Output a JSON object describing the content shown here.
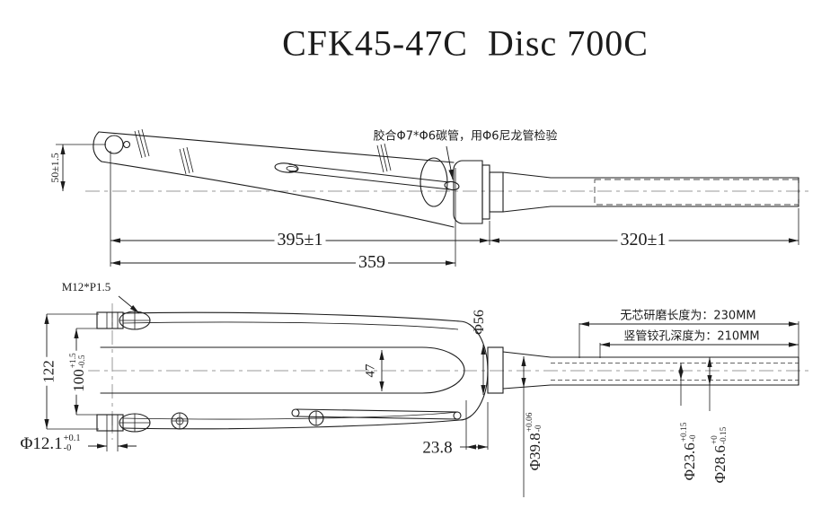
{
  "title": "CFK45-47C  Disc 700C",
  "notes": {
    "glue": "胶合Φ7*Φ6碳管，用Φ6尼龙管检验",
    "thread": "M12*P1.5",
    "grind_length": "无芯研磨长度为：230MM",
    "ream_depth": "竖管铰孔深度为：210MM"
  },
  "dimensions": {
    "blade_to_race": {
      "value": "395±1"
    },
    "steerer_length": {
      "value": "320±1"
    },
    "blade_inner": {
      "value": "359"
    },
    "axle_to_center": {
      "value": "50±1.5"
    },
    "dropout_outer_width": {
      "value": "122"
    },
    "hub_spacing": {
      "value": "100",
      "tol_plus": "+1.5",
      "tol_minus": "-0.5"
    },
    "dropout_hole": {
      "value": "Φ12.1",
      "tol_plus": "+0.1",
      "tol_minus": "-0"
    },
    "leg_gap": {
      "value": "47"
    },
    "crown_width": {
      "value": "Φ56"
    },
    "race_length": {
      "value": "23.8"
    },
    "race_dia": {
      "value": "Φ39.8",
      "tol_plus": "+0.06",
      "tol_minus": "-0"
    },
    "steerer_id": {
      "value": "Φ23.6",
      "tol_plus": "+0.15",
      "tol_minus": "-0"
    },
    "steerer_od": {
      "value": "Φ28.6",
      "tol_plus": "+0",
      "tol_minus": "-0.15"
    }
  },
  "colors": {
    "line": "#1c1c1c",
    "centerline": "#9a9a9a",
    "background": "#ffffff"
  }
}
